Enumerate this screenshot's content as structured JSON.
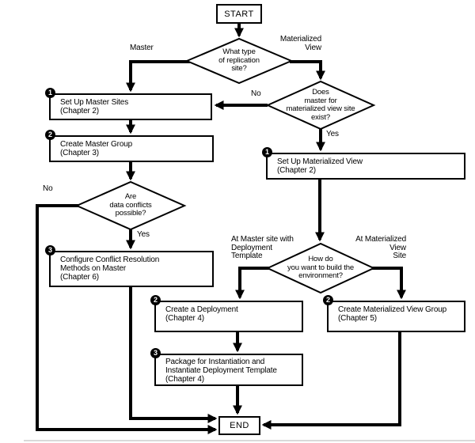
{
  "flowchart": {
    "nodes": {
      "start": {
        "label": "START"
      },
      "end": {
        "label": "END"
      },
      "type_diamond": {
        "label": "What type\nof replication\nsite?"
      },
      "master_exist_diamond": {
        "label": "Does\nmaster for\nmaterialized view site\nexist?"
      },
      "conflicts_diamond": {
        "label": "Are\ndata conflicts\npossible?"
      },
      "build_env_diamond": {
        "label": "How do\nyou want to build the\nenvironment?"
      },
      "setup_master_sites": {
        "badge": "1",
        "label": "Set Up Master Sites\n(Chapter 2)"
      },
      "create_master_group": {
        "badge": "2",
        "label": "Create Master Group\n(Chapter 3)"
      },
      "configure_conflict": {
        "badge": "3",
        "label": "Configure Conflict Resolution\nMethods on Master\n(Chapter 6)"
      },
      "setup_mview": {
        "badge": "1",
        "label": "Set Up Materialized View\n(Chapter 2)"
      },
      "create_deployment": {
        "badge": "2",
        "label": "Create a Deployment\n(Chapter 4)"
      },
      "package_instantiate": {
        "badge": "3",
        "label": "Package for Instantiation and\nInstantiate Deployment Template\n(Chapter 4)"
      },
      "create_mview_group": {
        "badge": "2",
        "label": "Create Materialized View Group\n(Chapter 5)"
      }
    },
    "edge_labels": {
      "master": "Master",
      "materialized_view": "Materialized\nView",
      "no_master_exists": "No",
      "yes_master_exists": "Yes",
      "no_conflicts": "No",
      "yes_conflicts": "Yes",
      "at_master_site": "At Master site with\nDeployment\nTemplate",
      "at_mview_site": "At Materialized\nView\nSite"
    },
    "colors": {
      "line": "#000000",
      "node_background": "#ffffff",
      "badge_background": "#000000",
      "badge_text": "#ffffff"
    }
  }
}
